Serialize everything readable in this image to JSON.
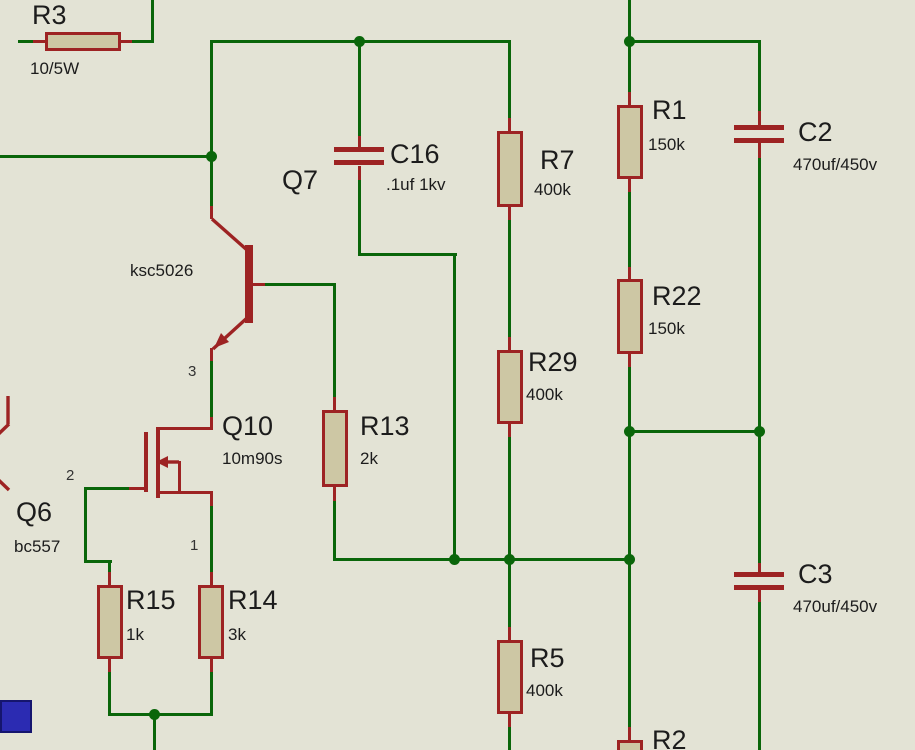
{
  "colors": {
    "background": "#e3e3d5",
    "wire": "#0a660a",
    "component_red": "#9d2323",
    "component_fill": "#cdc7a4",
    "label_text": "#1c1c1c",
    "terminal_blue": "#2b2bb2"
  },
  "components": {
    "r3": {
      "ref": "R3",
      "value": "10/5W",
      "type": "resistor"
    },
    "c16": {
      "ref": "C16",
      "value": ".1uf 1kv",
      "type": "capacitor"
    },
    "q7": {
      "ref": "Q7",
      "value": "ksc5026",
      "type": "npn-transistor"
    },
    "r7": {
      "ref": "R7",
      "value": "400k",
      "type": "resistor"
    },
    "r29": {
      "ref": "R29",
      "value": "400k",
      "type": "resistor"
    },
    "r1": {
      "ref": "R1",
      "value": "150k",
      "type": "resistor"
    },
    "r22": {
      "ref": "R22",
      "value": "150k",
      "type": "resistor"
    },
    "c2": {
      "ref": "C2",
      "value": "470uf/450v",
      "type": "capacitor"
    },
    "c3": {
      "ref": "C3",
      "value": "470uf/450v",
      "type": "capacitor"
    },
    "q10": {
      "ref": "Q10",
      "value": "10m90s",
      "type": "n-mosfet",
      "pin_labels": {
        "drain": "3",
        "gate": "2",
        "source": "1"
      }
    },
    "r13": {
      "ref": "R13",
      "value": "2k",
      "type": "resistor"
    },
    "q6": {
      "ref": "Q6",
      "value": "bc557",
      "type": "pnp-transistor"
    },
    "r15": {
      "ref": "R15",
      "value": "1k",
      "type": "resistor"
    },
    "r14": {
      "ref": "R14",
      "value": "3k",
      "type": "resistor"
    },
    "r5": {
      "ref": "R5",
      "value": "400k",
      "type": "resistor"
    },
    "r2": {
      "ref": "R2",
      "type": "resistor"
    }
  }
}
